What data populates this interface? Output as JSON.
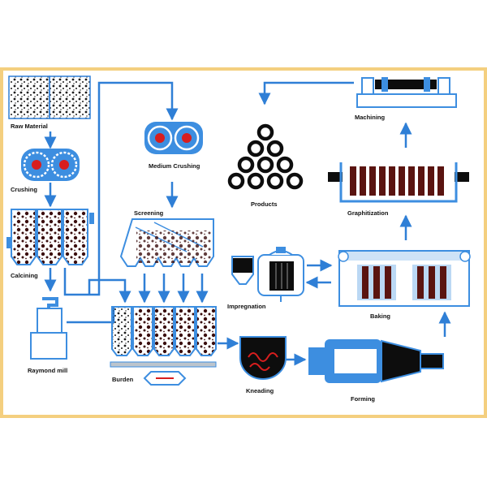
{
  "colors": {
    "frame": "#f4cf7f",
    "flow": "#2f7fd6",
    "equipment": "#3d8ee0",
    "equipment_fill": "#ffffff",
    "particle": "#2a0f0f",
    "roller": "#d81e1e",
    "products_ring": "#222222"
  },
  "labels": {
    "raw_material": "Raw Material",
    "crushing": "Crushing",
    "calcining": "Calcining",
    "raymond_mill": "Raymond mill",
    "medium_crushing": "Medium Crushing",
    "screening": "Screening",
    "burden": "Burden",
    "kneading": "Kneading",
    "forming": "Forming",
    "impregnation": "Impregnation",
    "baking": "Baking",
    "graphitization": "Graphitization",
    "machining": "Machining",
    "products": "Products"
  }
}
